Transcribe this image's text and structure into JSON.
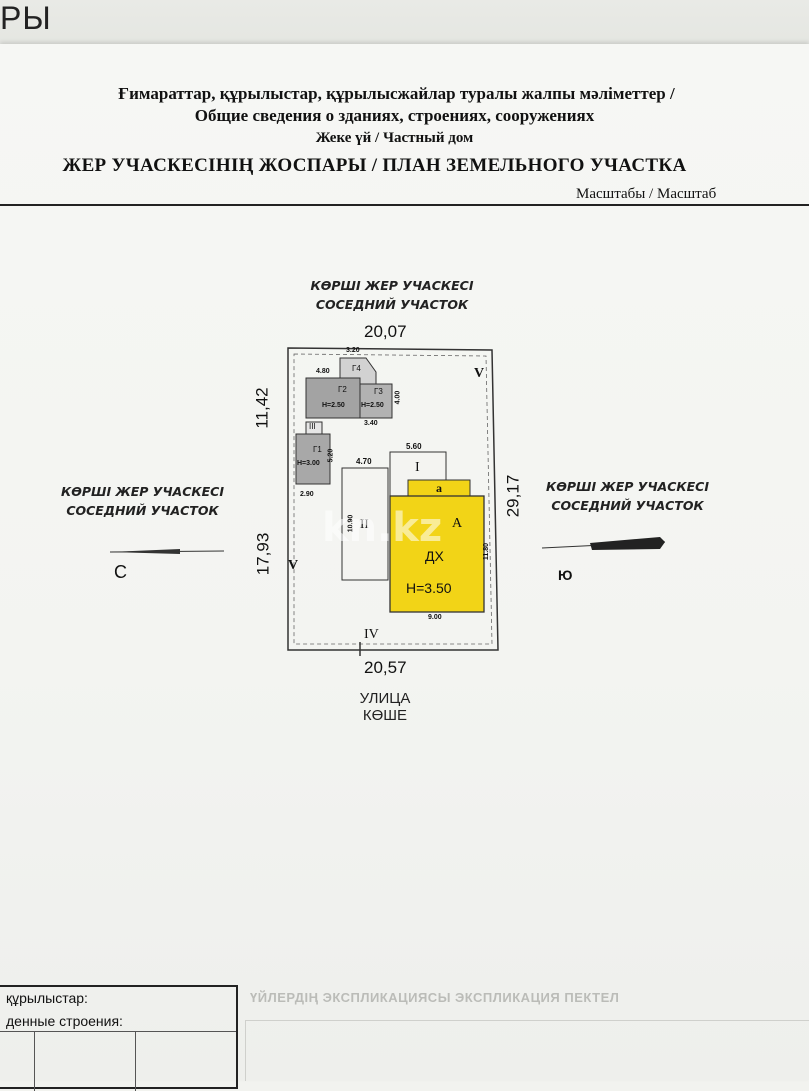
{
  "under_sheet": {
    "title": "РЫ"
  },
  "header": {
    "line1": "Ғимараттар, құрылыстар, құрылысжайлар туралы жалпы мәліметтер /",
    "line2": "Общие сведения о зданиях, строениях, сооружениях",
    "line3": "Жеке үй / Частный дом",
    "line4": "ЖЕР УЧАСКЕСІНІҢ ЖОСПАРЫ / ПЛАН ЗЕМЕЛЬНОГО УЧАСТКА",
    "scale_label": "Масштабы / Масштаб"
  },
  "plan": {
    "neighbor_top": [
      "КӨРШІ ЖЕР УЧАСКЕСІ",
      "СОСЕДНИЙ УЧАСТОК"
    ],
    "neighbor_left": [
      "КӨРШІ ЖЕР УЧАСКЕСІ",
      "СОСЕДНИЙ УЧАСТОК"
    ],
    "neighbor_right": [
      "КӨРШІ ЖЕР УЧАСКЕСІ",
      "СОСЕДНИЙ УЧАСТОК"
    ],
    "street": [
      "УЛИЦА",
      "КӨШЕ"
    ],
    "north_label": "С",
    "south_label": "Ю",
    "dim_top": "20,07",
    "dim_bottom": "20,57",
    "dim_left_upper": "11,42",
    "dim_left_lower": "17,93",
    "dim_right": "29,17",
    "fence_labels": {
      "top_right": "V",
      "left": "V",
      "bottom": "IV"
    },
    "g4": {
      "label": "Г4",
      "dim": "3.20"
    },
    "g2": {
      "label": "Г2",
      "height": "H=2.50",
      "dim_w": "4.80"
    },
    "g3": {
      "label": "Г3",
      "height": "H=2.50",
      "dim_w": "3.40",
      "dim_h": "4.00"
    },
    "g1": {
      "label": "Г1",
      "height": "H=3.00",
      "dim_w": "2.90",
      "dim_h": "5.20"
    },
    "iii": {
      "label": "III"
    },
    "ii": {
      "label": "II",
      "dim_w": "4.70",
      "dim_h": "10.90"
    },
    "i": {
      "label": "I",
      "dim_w": "5.60"
    },
    "a_small": {
      "label": "а"
    },
    "house": {
      "label_a": "А",
      "label_dx": "ДХ",
      "height": "H=3.50",
      "dim_w": "9.00",
      "dim_h": "11.80"
    }
  },
  "bottom": {
    "line1": "құрылыстар:",
    "line2": "денные строения:",
    "faint_text": "ҮЙЛЕРДІҢ ЭКСПЛИКАЦИЯСЫ ЭКСПЛИКАЦИЯ ПЕКТЕЛ"
  },
  "watermark": "kn.kz",
  "colors": {
    "house_fill": "#f2d417",
    "shed_fill": "#9a9a9a",
    "shed_light": "#b7b7b7",
    "ink": "#222222"
  }
}
